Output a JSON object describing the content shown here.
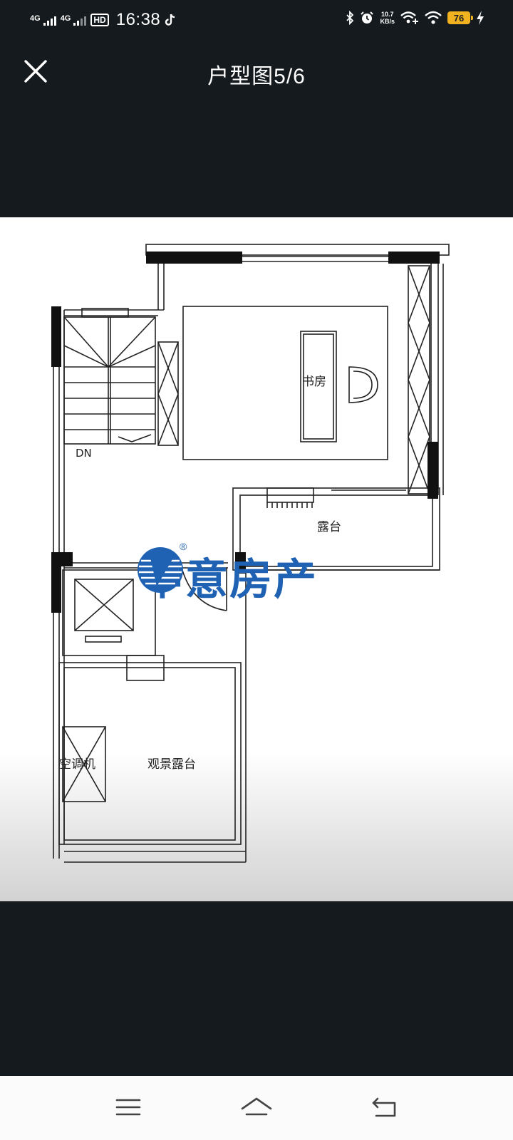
{
  "status_bar": {
    "signal1": "4G",
    "signal2": "4G",
    "hd": "HD",
    "time": "16:38",
    "net_speed_value": "10.7",
    "net_speed_unit": "KB/s",
    "battery": "76"
  },
  "header": {
    "title": "户型图5/6"
  },
  "floor_plan": {
    "labels": {
      "study": "书房",
      "dn": "DN",
      "terrace": "露台",
      "ac_unit": "空调机",
      "view_terrace": "观景露台"
    },
    "watermark": {
      "brand": "中意房产",
      "reg": "®"
    }
  },
  "colors": {
    "background": "#141a1e",
    "watermark": "#1f62b3",
    "battery": "#f0b21f"
  },
  "icons": [
    "close-icon",
    "menu-icon",
    "home-icon",
    "back-icon",
    "bluetooth-icon",
    "alarm-icon",
    "wifi-icon",
    "tiktok-icon",
    "charging-icon"
  ]
}
